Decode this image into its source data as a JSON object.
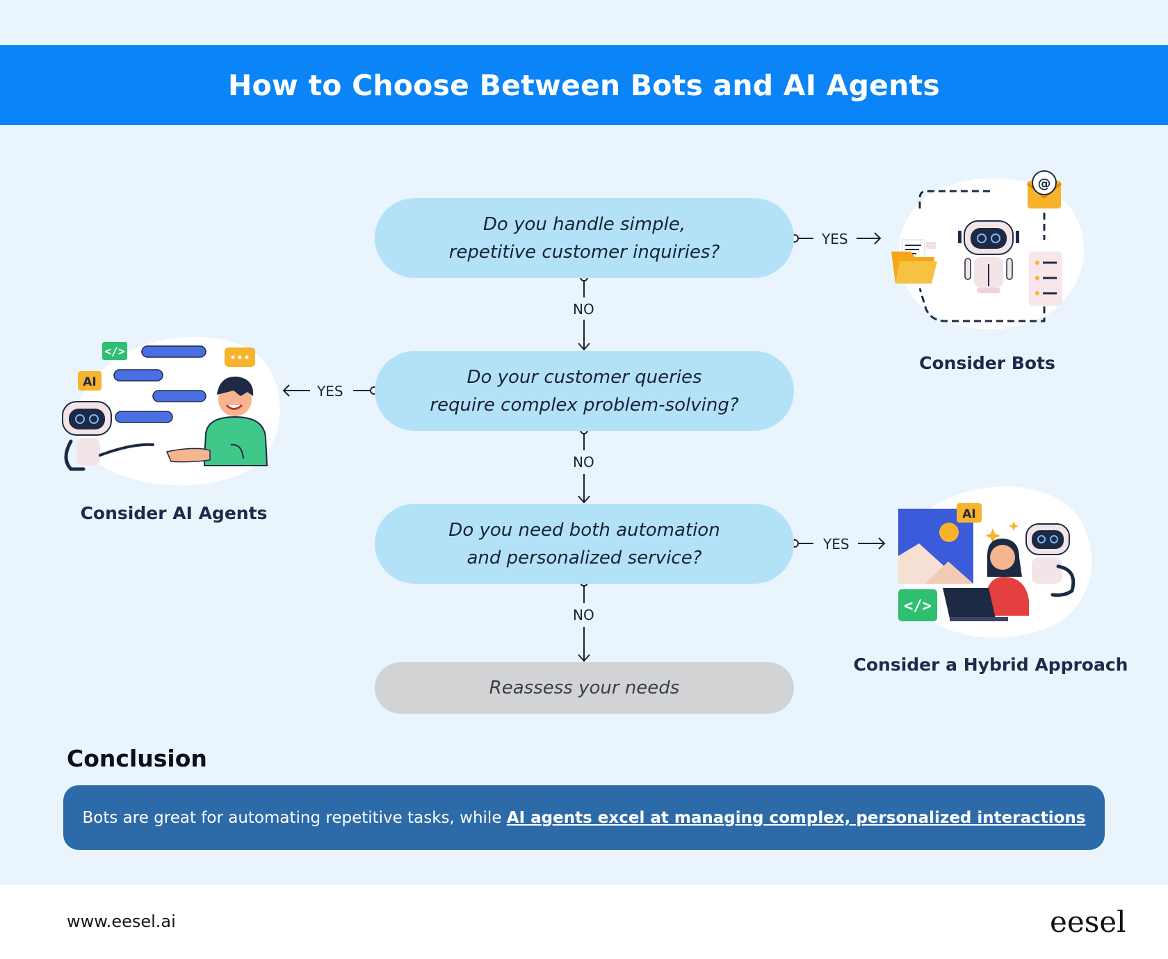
{
  "title": "How to Choose Between Bots and AI Agents",
  "questions": [
    {
      "line1": "Do you handle simple,",
      "line2": "repetitive customer inquiries?"
    },
    {
      "line1": "Do your customer queries",
      "line2": "require complex problem-solving?"
    },
    {
      "line1": "Do you need both automation",
      "line2": "and personalized service?"
    }
  ],
  "reassess": "Reassess your needs",
  "yes_label": "YES",
  "no_label": "NO",
  "outcomes": {
    "bots": "Consider Bots",
    "ai_agents": "Consider AI Agents",
    "hybrid": "Consider a Hybrid Approach"
  },
  "badges": {
    "ai": "AI"
  },
  "conclusion": {
    "title": "Conclusion",
    "text_plain": "Bots are great for automating repetitive tasks, while ",
    "text_emphasis": "AI agents excel at managing complex, personalized interactions"
  },
  "footer": {
    "url": "www.eesel.ai",
    "brand": "eesel"
  },
  "colors": {
    "banner": "#0a84f6",
    "pill": "#b3e2f8",
    "reassess_pill": "#d2d3d5",
    "conclusion_box": "#2d6aa8",
    "background": "#eaf4fd"
  }
}
